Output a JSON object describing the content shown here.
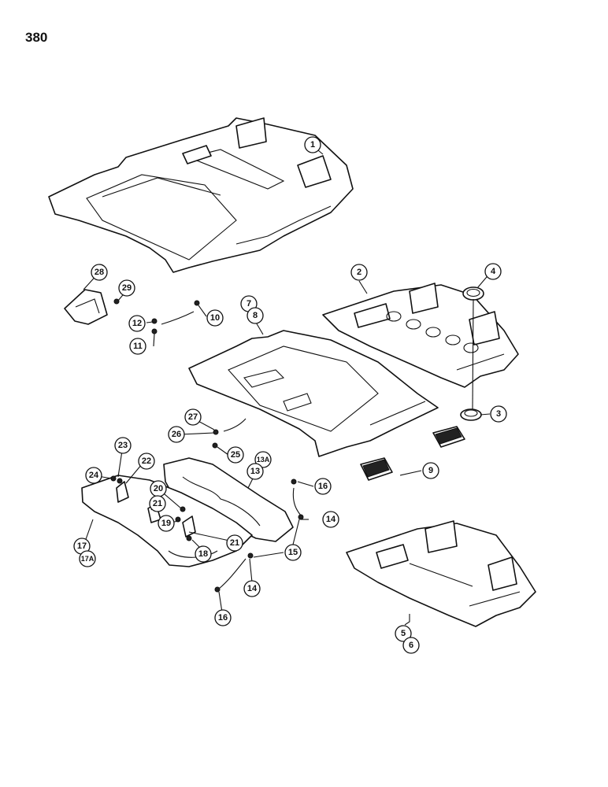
{
  "page": {
    "number": "380"
  },
  "callouts": [
    {
      "label": "1"
    },
    {
      "label": "2"
    },
    {
      "label": "3"
    },
    {
      "label": "4"
    },
    {
      "label": "5\n6"
    },
    {
      "label": "7\n8"
    },
    {
      "label": "9"
    },
    {
      "label": "10"
    },
    {
      "label": "11"
    },
    {
      "label": "12"
    },
    {
      "label": "13\n13A"
    },
    {
      "label": "14"
    },
    {
      "label": "14"
    },
    {
      "label": "15"
    },
    {
      "label": "16"
    },
    {
      "label": "16"
    },
    {
      "label": "17\n17A"
    },
    {
      "label": "18"
    },
    {
      "label": "19"
    },
    {
      "label": "20"
    },
    {
      "label": "21"
    },
    {
      "label": "21"
    },
    {
      "label": "22"
    },
    {
      "label": "23"
    },
    {
      "label": "24"
    },
    {
      "label": "25"
    },
    {
      "label": "26"
    },
    {
      "label": "27"
    },
    {
      "label": "28"
    },
    {
      "label": "29"
    }
  ]
}
